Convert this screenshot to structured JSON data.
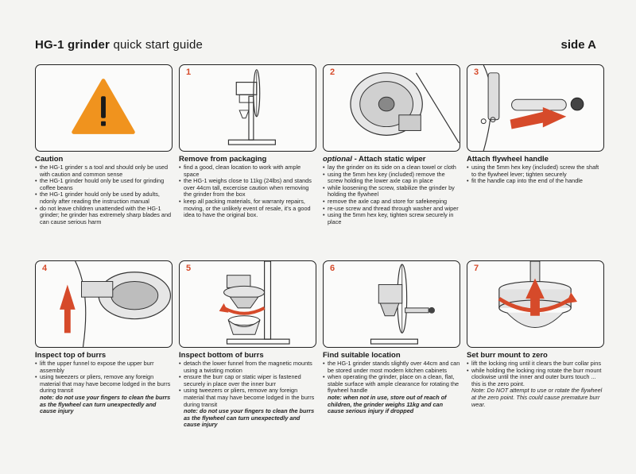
{
  "header": {
    "title_bold": "HG-1 grinder",
    "title_rest": " quick start guide",
    "side": "side A"
  },
  "panels": [
    {
      "num": "",
      "title": "Caution",
      "title_italic": "",
      "bullets": [
        "the HG-1 grinder s a tool and should only be used with caution and common sense",
        "the HG-1 grinder hould only be used for grinding coffee beans",
        "the HG-1 grinder hould only be used by adults, ndonly after reading the instruction manual",
        "do not leave children unattended with the HG-1 grinder; he grinder has extremely sharp blades and can cause serious harm"
      ],
      "note": ""
    },
    {
      "num": "1",
      "title": "Remove from packaging",
      "title_italic": "",
      "bullets": [
        "find a good, clean location to work with ample space",
        "the HG-1 weighs close to 11kg (24lbs) and stands over 44cm tall, excercise caution when removing the grinder from the box",
        "keep all packing materials, for warranty repairs, moving, or the unlikely event of resale, it's a good idea to have the original box."
      ],
      "note": ""
    },
    {
      "num": "2",
      "title": " - Attach static wiper",
      "title_italic": "optional",
      "bullets": [
        "lay the grinder on its side on a clean towel or cloth",
        "using the 5mm hex key (included) remove the screw holding the lower axle cap in place",
        "while loosening the screw, stabilize the grinder by holding the flywheel",
        "remove the axle cap and store for safekeeping",
        "re-use screw and thread through washer and wiper",
        "using the 5mm hex key, tighten screw securely in place"
      ],
      "note": ""
    },
    {
      "num": "3",
      "title": "Attach flywheel handle",
      "title_italic": "",
      "bullets": [
        "using the 5mm hex key (included) screw the shaft to the flywheel lever; tighten securely",
        "fit the handle cap into the end of the handle"
      ],
      "note": ""
    },
    {
      "num": "4",
      "title": "Inspect top of burrs",
      "title_italic": "",
      "bullets": [
        "lift the upper funnel to expose the upper burr assembly",
        "using tweezers or pliers, remove any foreign material that may have become lodged in the burrs during transit"
      ],
      "note": "note: do not use your fingers to clean the burrs as the flywheel can turn unexpectedly and cause injury"
    },
    {
      "num": "5",
      "title": "Inspect bottom of burrs",
      "title_italic": "",
      "bullets": [
        "detach the lower funnel from the magnetic mounts using a twisting motion",
        "ensure the burr cap or static wiper is fastened securely in place over the inner burr",
        "using tweezers or pliers, remove any foreign material that may have become lodged in the burrs during transit"
      ],
      "note": "note: do not use your fingers to clean the burrs as the flywheel can turn unexpectedly and cause injury"
    },
    {
      "num": "6",
      "title": "Find suitable location",
      "title_italic": "",
      "bullets": [
        "the HG-1 grinder stands slightly over 44cm and can be stored under most modern kitchen cabinets",
        "when operating the grinder, place on a clean, flat, stable surface with ample clearance for rotating the flywheel handle"
      ],
      "note": "note: when not in use, store out of reach of children, the grinder weighs 11kg and can cause serious injury if dropped"
    },
    {
      "num": "7",
      "title": "Set burr mount to zero",
      "title_italic": "",
      "bullets": [
        "lift the locking ring until it clears the burr collar pins",
        "while holding the locking ring rotate the burr mount clockwise until the inner and outer burrs touch ... this is the zero point."
      ],
      "note_plain": "Note: Do NOT attempt to use or rotate the flywheel at the zero point. This could cause premature burr wear."
    }
  ],
  "colors": {
    "accent_red": "#d64a2a",
    "warning_orange": "#f0931e"
  },
  "icons": [
    "warning-triangle-icon"
  ]
}
